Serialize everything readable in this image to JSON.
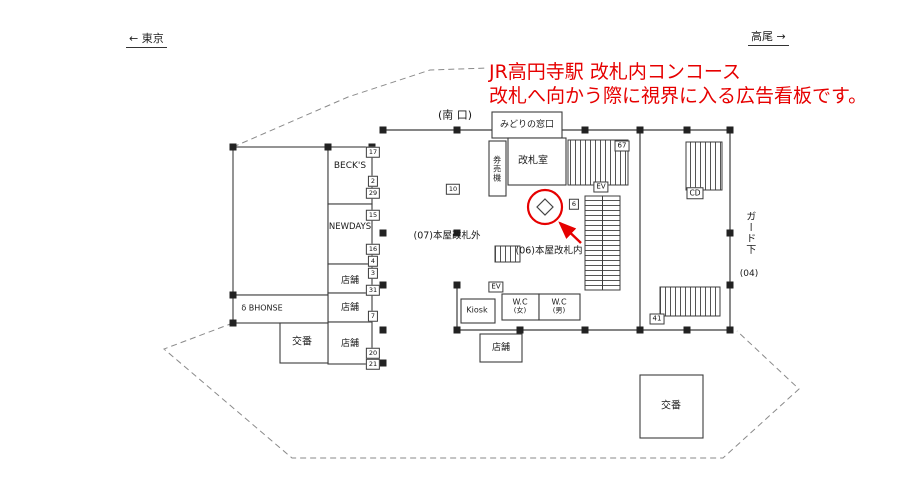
{
  "annotation": {
    "line1": "JR高円寺駅 改札内コンコース",
    "line2": "改札へ向かう際に視界に入る広告看板です。"
  },
  "directions": {
    "tokyo": "東京",
    "tokyo_arrow": "←",
    "takao": "高尾",
    "takao_arrow": "→"
  },
  "labels": {
    "south_exit": "(南 口)",
    "midori_window": "みどりの窓口",
    "kaisatsu_room": "改札室",
    "ticket_machines": "券売機",
    "becks": "BECK'S",
    "newdays": "NEWDAYS",
    "shop": "店舗",
    "bhonse": "δ BHONSE",
    "police_box": "交番",
    "outside_gates": "(07)本屋改札外",
    "inside_gates": "(06)本屋改札内",
    "wc": "W.C",
    "wc_women": "(女)",
    "wc_men": "(男)",
    "kiosk": "Kiosk",
    "elevator": "EV",
    "cd": "CD",
    "guard_under": "ガード下",
    "guard_number": "(04)"
  },
  "location_numbers": {
    "n67": "67",
    "n41": "41",
    "n6": "6",
    "n10": "10"
  },
  "ad_boxes": [
    "17",
    "2",
    "29",
    "15",
    "16",
    "4",
    "3",
    "31",
    "7",
    "20",
    "21"
  ],
  "colors": {
    "annotation_red": "#e60000",
    "marker_red": "#e60000",
    "line": "#3c3c3c"
  }
}
